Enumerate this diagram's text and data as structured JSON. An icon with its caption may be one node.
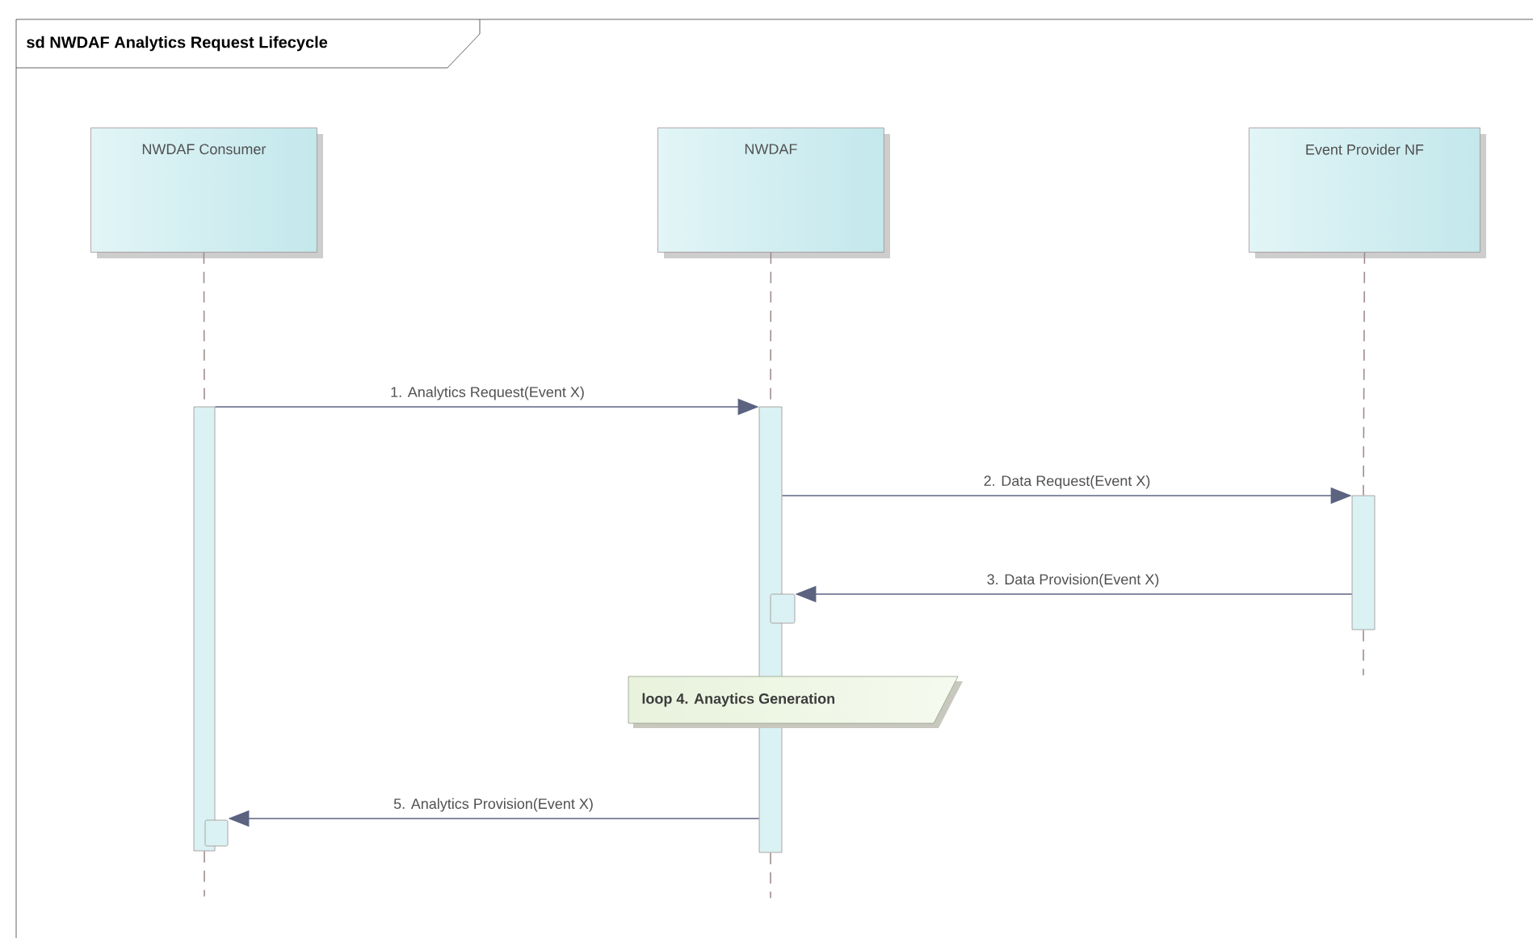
{
  "diagram": {
    "title": "sd NWDAF Analytics Request Lifecycle",
    "nodes": [
      {
        "text": [
          "NWDAF Consumer"
        ]
      },
      {
        "text": [
          "NWDAF"
        ]
      },
      {
        "text": [
          "Event Provider NF"
        ]
      },
      {
        "text": [],
        "shape": "bar"
      },
      {
        "text": [],
        "shape": "bar"
      },
      {
        "text": [],
        "shape": "bar"
      },
      {
        "text": [],
        "shape": "box"
      },
      {
        "text": [],
        "shape": "box"
      },
      {
        "text": [
          "loop 4. Anaytics Generation"
        ]
      }
    ],
    "edges": [
      {
        "from": 0,
        "to": 3,
        "arrow": "none",
        "style": "dashed",
        "color": "#a08c8c"
      },
      {
        "from": 1,
        "to": 4,
        "arrow": "none",
        "style": "dashed",
        "color": "#a08c8c"
      },
      {
        "from": 2,
        "to": 5,
        "arrow": "none",
        "style": "dashed",
        "color": "#a08c8c"
      },
      {
        "from": 3,
        "to": 4,
        "arrow": "to",
        "label": "1. Analytics Request(Event X)"
      },
      {
        "from": 4,
        "to": 5,
        "arrow": "to",
        "label": "2. Data Request(Event X)"
      },
      {
        "from": 5,
        "to": 6,
        "arrow": "to",
        "label": "3. Data Provision(Event X)"
      },
      {
        "from": 4,
        "to": 7,
        "arrow": "to",
        "label": "5. Analytics Provision(Event X)"
      },
      {
        "from": 3,
        "to": null,
        "arrow": "none",
        "style": "dashed",
        "color": "#a08c8c"
      },
      {
        "from": 4,
        "to": null,
        "arrow": "none",
        "style": "dashed",
        "color": "#a08c8c"
      },
      {
        "from": 5,
        "to": null,
        "arrow": "none",
        "style": "dashed",
        "color": "#a08c8c"
      }
    ]
  }
}
